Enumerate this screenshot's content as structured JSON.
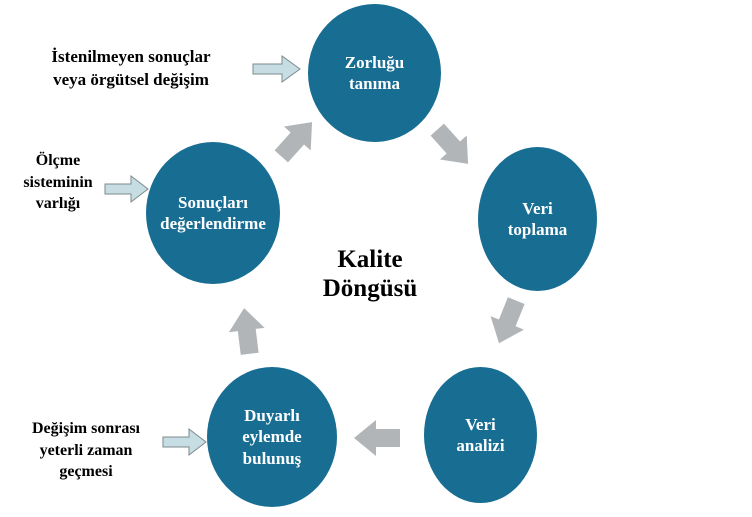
{
  "diagram": {
    "type": "cycle",
    "title": "Kalite\nDöngüsü",
    "nodes": [
      {
        "id": "zorlugu-tanima",
        "label": "Zorluğu\ntanıma",
        "position": "top"
      },
      {
        "id": "veri-toplama",
        "label": "Veri\ntoplama",
        "position": "right"
      },
      {
        "id": "veri-analizi",
        "label": "Veri\nanalizi",
        "position": "bottom-right"
      },
      {
        "id": "duyarli-eylemde-bulunus",
        "label": "Duyarlı\neylemde\nbulunuş",
        "position": "bottom-center"
      },
      {
        "id": "sonuclari-degerlendirme",
        "label": "Sonuçları\ndeğerlendirme",
        "position": "left"
      }
    ],
    "cycle_arrows": [
      {
        "from": "sonuclari-degerlendirme",
        "to": "zorlugu-tanima"
      },
      {
        "from": "zorlugu-tanima",
        "to": "veri-toplama"
      },
      {
        "from": "veri-toplama",
        "to": "veri-analizi"
      },
      {
        "from": "veri-analizi",
        "to": "duyarli-eylemde-bulunus"
      },
      {
        "from": "duyarli-eylemde-bulunus",
        "to": "sonuclari-degerlendirme"
      }
    ],
    "external_inputs": [
      {
        "text": "İstenilmeyen sonuçlar\nveya örgütsel değişim",
        "points_to": "zorlugu-tanima"
      },
      {
        "text": "Ölçme\nsisteminin\nvarlığı",
        "points_to": "sonuclari-degerlendirme"
      },
      {
        "text": "Değişim sonrası\nyeterli zaman\ngeçmesi",
        "points_to": "duyarli-eylemde-bulunus"
      }
    ]
  },
  "colors": {
    "background": "#ffffff",
    "node_fill": "#186d92",
    "node_text": "#ffffff",
    "title_text": "#000000",
    "label_text": "#000000",
    "cycle_arrow": "#b2b5b7",
    "input_arrow_fill": "#c5dde3",
    "input_arrow_border": "#7d8a8e"
  }
}
